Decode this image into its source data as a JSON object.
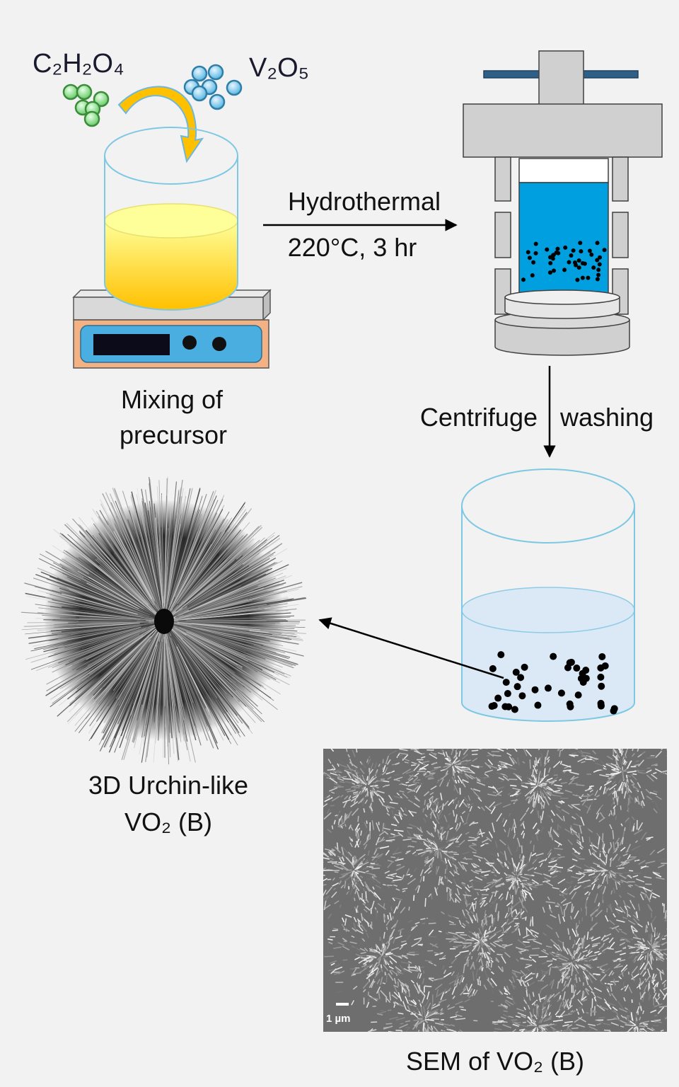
{
  "labels": {
    "oxalic_acid": "C₂H₂O₄",
    "vanadium_pentoxide": "V₂O₅",
    "hydrothermal": "Hydrothermal",
    "conditions": "220°C, 3 hr",
    "mixing_line1": "Mixing of",
    "mixing_line2": "precursor",
    "centrifuge": "Centrifuge",
    "washing": "washing",
    "urchin_line1": "3D Urchin-like",
    "urchin_line2": "VO₂ (B)",
    "sem_caption": "SEM of VO₂ (B)",
    "scale_bar": "1 µm"
  },
  "colors": {
    "background": "#f2f2f2",
    "beaker_outline": "#7ec8e3",
    "solution_top": "#ffff99",
    "solution_bottom": "#ffc000",
    "autoclave_liquid": "#00a0e0",
    "hotplate_body": "#f4b183",
    "hotplate_panel": "#4aaee0",
    "green_particle": "#7ed87e",
    "blue_particle": "#7cc8ec",
    "wash_liquid": "#dbe9f6"
  }
}
